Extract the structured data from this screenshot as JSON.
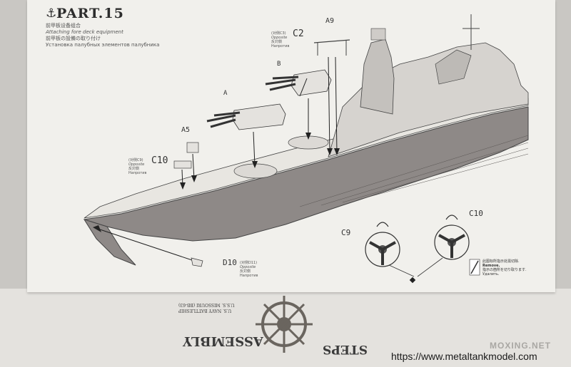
{
  "header": {
    "anchor_glyph": "⚓",
    "part_title": "PART.15",
    "subtitle_cn": "前甲板设备组合",
    "subtitle_en": "Attaching fore deck equipment",
    "subtitle_jp": "前甲板の設備の取り付け",
    "subtitle_ru": "Установка палубных элементов палубника"
  },
  "callouts": {
    "a": "A",
    "b": "B",
    "a9": "A9",
    "a5": "A5",
    "c2": "C2",
    "c10": "C10",
    "c9": "C9",
    "c10_detail": "C10",
    "d10": "D10",
    "c2_note": {
      "ref": "(对侧C3)",
      "opp_en": "Opposite",
      "opp_cn": "反対側",
      "opp_ru": "Напротив"
    },
    "c10_note": {
      "ref": "(对侧C9)",
      "opp_en": "Opposite",
      "opp_cn": "反対側",
      "opp_ru": "Напротив"
    },
    "d10_note": {
      "ref": "(对侧D11)",
      "opp_en": "Opposite",
      "opp_cn": "反対側",
      "opp_ru": "Напротив"
    }
  },
  "notice": {
    "cn": "此图标所指示处需切除.",
    "en": "Remove.",
    "jp": "指示の箇所を切り取ります.",
    "ru": "Удалить."
  },
  "booklet_cover": {
    "line1": "ASSEMBLY",
    "line2": "STEPS",
    "small1": "U.S. NAVY BATTLESHIP",
    "small2": "U.S.S. MISSOURI (BB-63)"
  },
  "watermark": "MOXING.NET",
  "url": "https://www.metaltankmodel.com",
  "colors": {
    "hull": "#8e8987",
    "paper": "#f1f0ec",
    "ink": "#2d2d2d"
  }
}
